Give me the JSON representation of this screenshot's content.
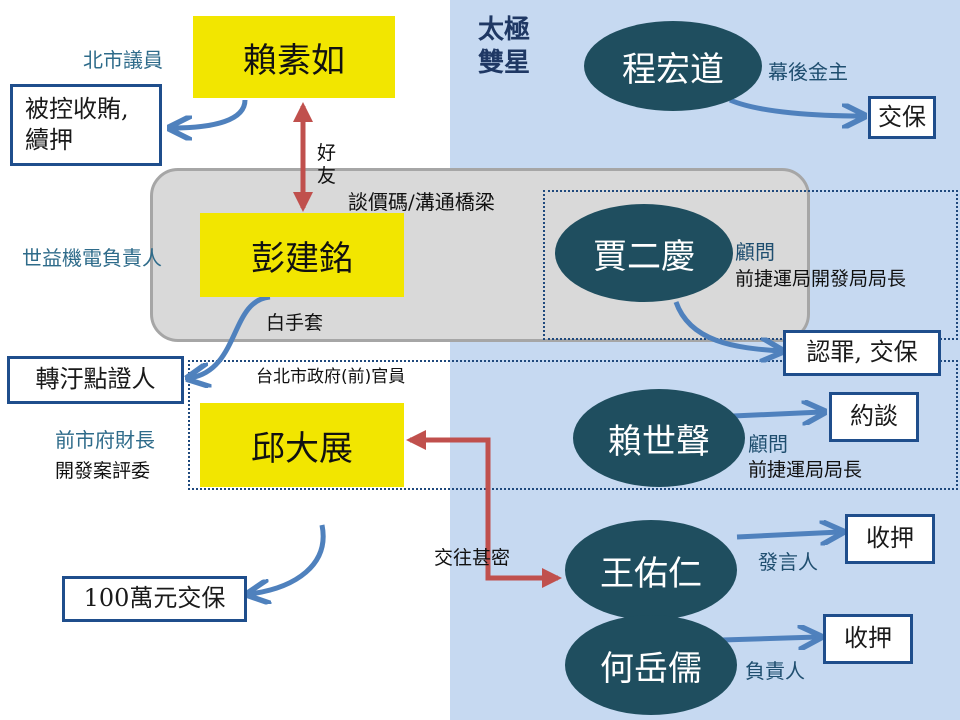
{
  "colors": {
    "panel_blue": "#c6d9f1",
    "highlight_yellow": "#f2e600",
    "ellipse_teal": "#1f4e5f",
    "arrow_blue": "#4f81bd",
    "arrow_red": "#c0504d"
  },
  "group_title": "太極\n雙星",
  "people": {
    "lai_su_ru": "賴素如",
    "peng_jian_ming": "彭建銘",
    "qiu_da_zhan": "邱大展",
    "cheng_hong_dao": "程宏道",
    "jia_er_qing": "賈二慶",
    "lai_shi_sheng": "賴世聲",
    "wang_you_ren": "王佑仁",
    "he_yue_ru": "何岳儒"
  },
  "roles": {
    "lai_su_ru": "北市議員",
    "peng_jian_ming": "世益機電負責人",
    "qiu_da_zhan_1": "前市府財長",
    "qiu_da_zhan_2": "開發案評委",
    "cheng_hong_dao": "幕後金主",
    "jia_er_qing_1": "顧問",
    "jia_er_qing_2": "前捷運局開發局局長",
    "lai_shi_sheng_1": "顧問",
    "lai_shi_sheng_2": "前捷運局局長",
    "wang_you_ren": "發言人",
    "he_yue_ru": "負責人"
  },
  "outcomes": {
    "lai_su_ru": "被控收賄,\n續押",
    "peng_jian_ming": "轉汙點證人",
    "qiu_da_zhan": "100萬元交保",
    "cheng_hong_dao": "交保",
    "jia_er_qing": "認罪, 交保",
    "lai_shi_sheng": "約談",
    "wang_you_ren": "收押",
    "he_yue_ru": "收押"
  },
  "relations": {
    "friends": "好\n友",
    "negotiation": "談價碼/溝通橋梁",
    "white_glove": "白手套",
    "officials_group": "台北市政府(前)官員",
    "close_contact": "交往甚密"
  }
}
